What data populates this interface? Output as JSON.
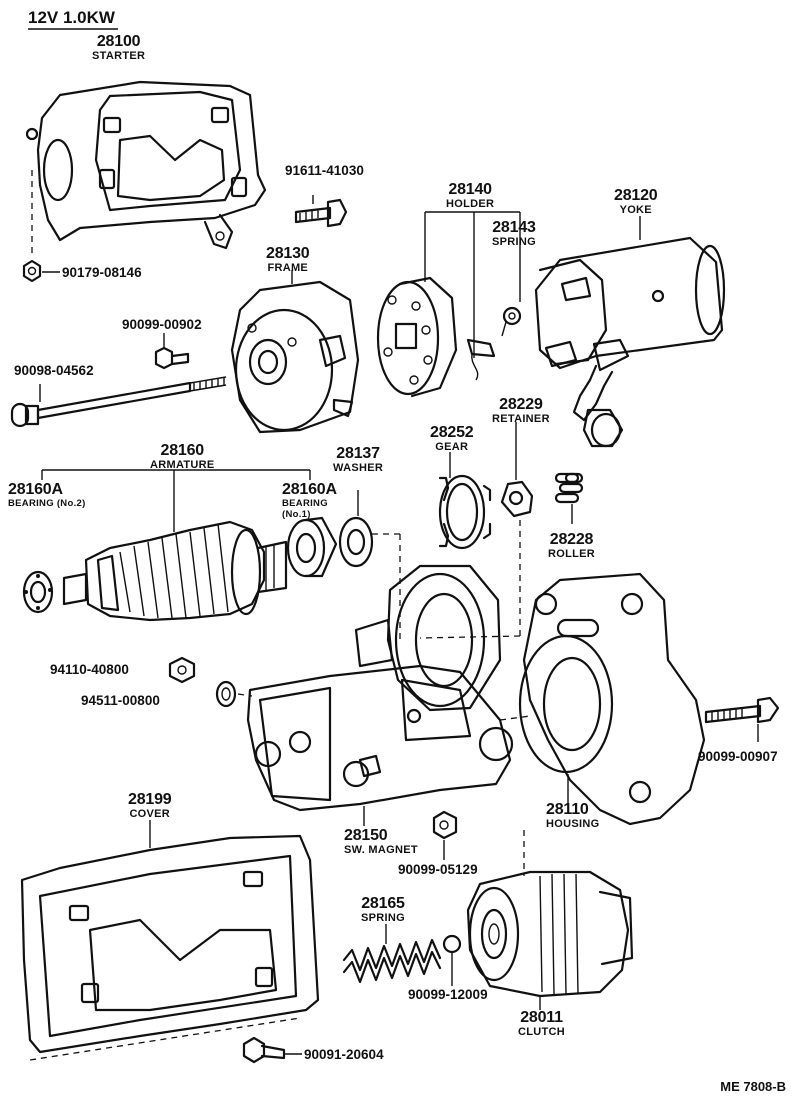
{
  "header": {
    "spec": "12V 1.0KW"
  },
  "labels": {
    "starter": {
      "number": "28100",
      "name": "STARTER"
    },
    "yoke": {
      "number": "28120",
      "name": "YOKE"
    },
    "holder": {
      "number": "28140",
      "name": "HOLDER"
    },
    "spring_h": {
      "number": "28143",
      "name": "SPRING"
    },
    "frame": {
      "number": "28130",
      "name": "FRAME"
    },
    "retainer": {
      "number": "28229",
      "name": "RETAINER"
    },
    "gear": {
      "number": "28252",
      "name": "GEAR"
    },
    "armature": {
      "number": "28160",
      "name": "ARMATURE"
    },
    "washer": {
      "number": "28137",
      "name": "WASHER"
    },
    "bearing2": {
      "number": "28160A",
      "name": "BEARING (No.2)"
    },
    "bearing1": {
      "number": "28160A",
      "name": "BEARING",
      "name2": "(No.1)"
    },
    "roller": {
      "number": "28228",
      "name": "ROLLER"
    },
    "cover": {
      "number": "28199",
      "name": "COVER"
    },
    "magnet": {
      "number": "28150",
      "name": "SW. MAGNET"
    },
    "housing": {
      "number": "28110",
      "name": "HOUSING"
    },
    "spring_c": {
      "number": "28165",
      "name": "SPRING"
    },
    "clutch": {
      "number": "28011",
      "name": "CLUTCH"
    }
  },
  "parts": {
    "bolt_91611": "91611-41030",
    "nut_90179": "90179-08146",
    "screw_90099_00902": "90099-00902",
    "bolt_90098": "90098-04562",
    "nut_94110": "94110-40800",
    "washer_94511": "94511-00800",
    "bolt_90099_00907": "90099-00907",
    "nut_90099_05129": "90099-05129",
    "ball_90099_12009": "90099-12009",
    "screw_90091": "90091-20604"
  },
  "footer": {
    "code": "ME 7808-B"
  }
}
